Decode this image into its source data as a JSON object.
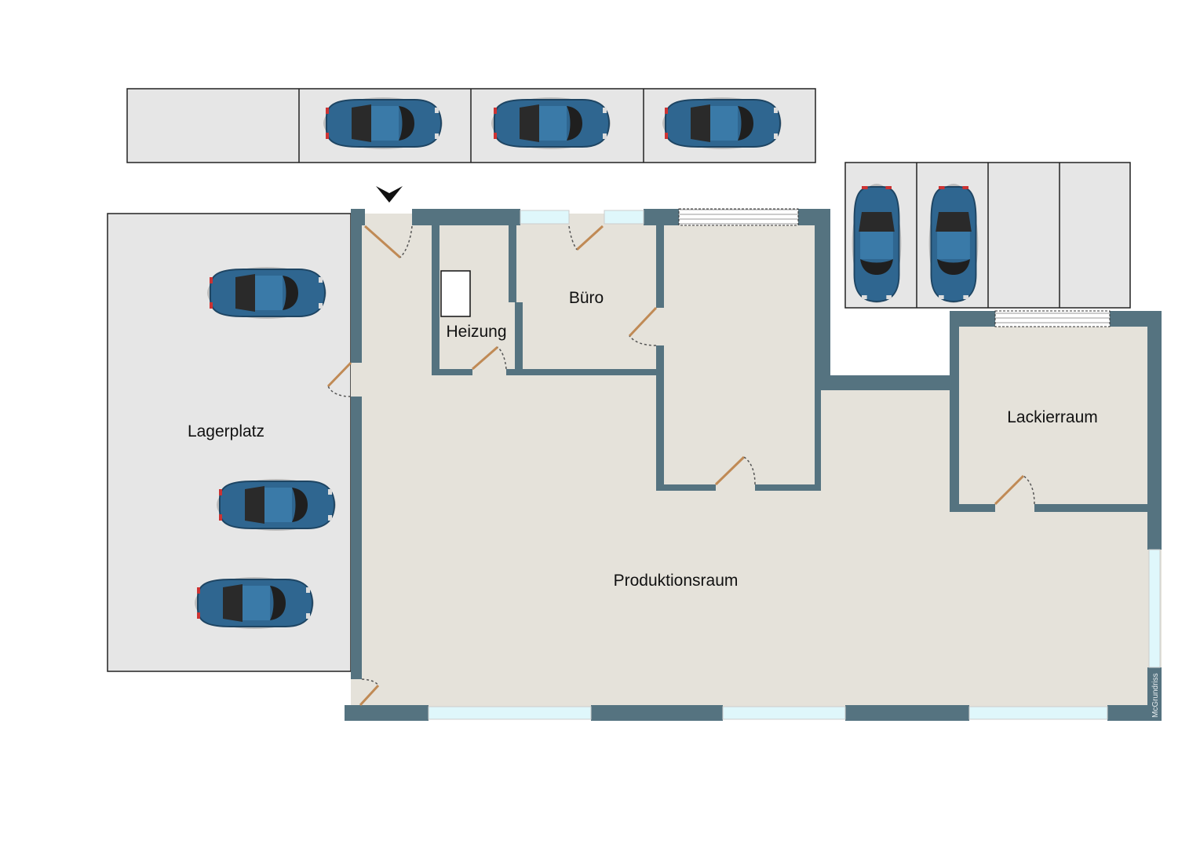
{
  "title": "Grundriss",
  "rooms": {
    "lagerplatz": "Lagerplatz",
    "heizung": "Heizung",
    "buero": "Büro",
    "lackierraum": "Lackierraum",
    "produktionsraum": "Produktionsraum"
  },
  "watermark": "McGrundriss",
  "colors": {
    "wall": "#557380",
    "floor": "#e5e2da",
    "parking": "#e6e6e6",
    "car": "#2f6690",
    "door": "#c08a55",
    "window": "#dff7fb"
  },
  "parking": {
    "top_row_spaces": 4,
    "top_row_cars": 3,
    "right_row_spaces": 4,
    "right_row_cars": 2,
    "lagerplatz_cars": 3
  }
}
